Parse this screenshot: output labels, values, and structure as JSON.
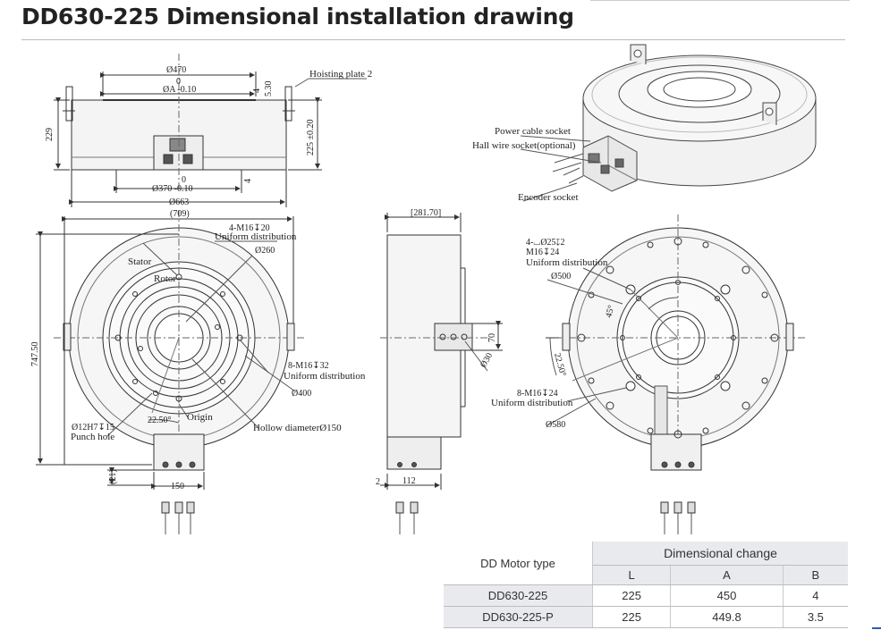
{
  "title": "DD630-225 Dimensional installation drawing",
  "top_view": {
    "d470": "Ø470",
    "zero1": "0",
    "dA": "ØA -0.10",
    "d4_top": "4",
    "d5_30": "5.30",
    "hoisting": "Hoisting plate 2",
    "h229": "229",
    "h225": "225 ±0.20",
    "d4_bottom": "4",
    "zero2": "0",
    "d370": "Ø370 -0.10",
    "d663": "Ø663"
  },
  "iso_view": {
    "power": "Power cable socket",
    "hall": "Hall wire socket(optional)",
    "encoder": "Encoder socket"
  },
  "front_view": {
    "w709": "(709)",
    "m16_20": "4-M16↧20",
    "uniform1": "Uniform distribution",
    "stator": "Stator",
    "rotor": "Rotor",
    "d260": "Ø260",
    "h747": "747.50",
    "m16_32": "8-M16↧32",
    "uniform2": "Uniform distribution",
    "d400": "Ø400",
    "d12h7": "Ø12H7↧15",
    "punch": "Punch hole",
    "a22_50": "22.50°",
    "origin": "Origin",
    "hollow": "Hollow diameterØ150",
    "d21": "(21)",
    "w150": "150"
  },
  "side_view": {
    "w281": "[281.70]",
    "d70": "70",
    "d30": "Ø30",
    "d2": "2",
    "w112": "112"
  },
  "back_view": {
    "c25": "4-⌴Ø25↧2",
    "m16_24a": "M16↧24",
    "uniform3": "Uniform distribution",
    "d500": "Ø500",
    "a45": "45°",
    "a22_50": "22.50°",
    "m16_24b": "8-M16↧24",
    "uniform4": "Uniform distribution",
    "d580": "Ø580"
  },
  "table": {
    "col_type": "DD Motor type",
    "group_header": "Dimensional change",
    "sub_headers": [
      "L",
      "A",
      "B"
    ],
    "rows": [
      {
        "type": "DD630-225",
        "L": "225",
        "A": "450",
        "B": "4"
      },
      {
        "type": "DD630-225-P",
        "L": "225",
        "A": "449.8",
        "B": "3.5"
      }
    ]
  }
}
